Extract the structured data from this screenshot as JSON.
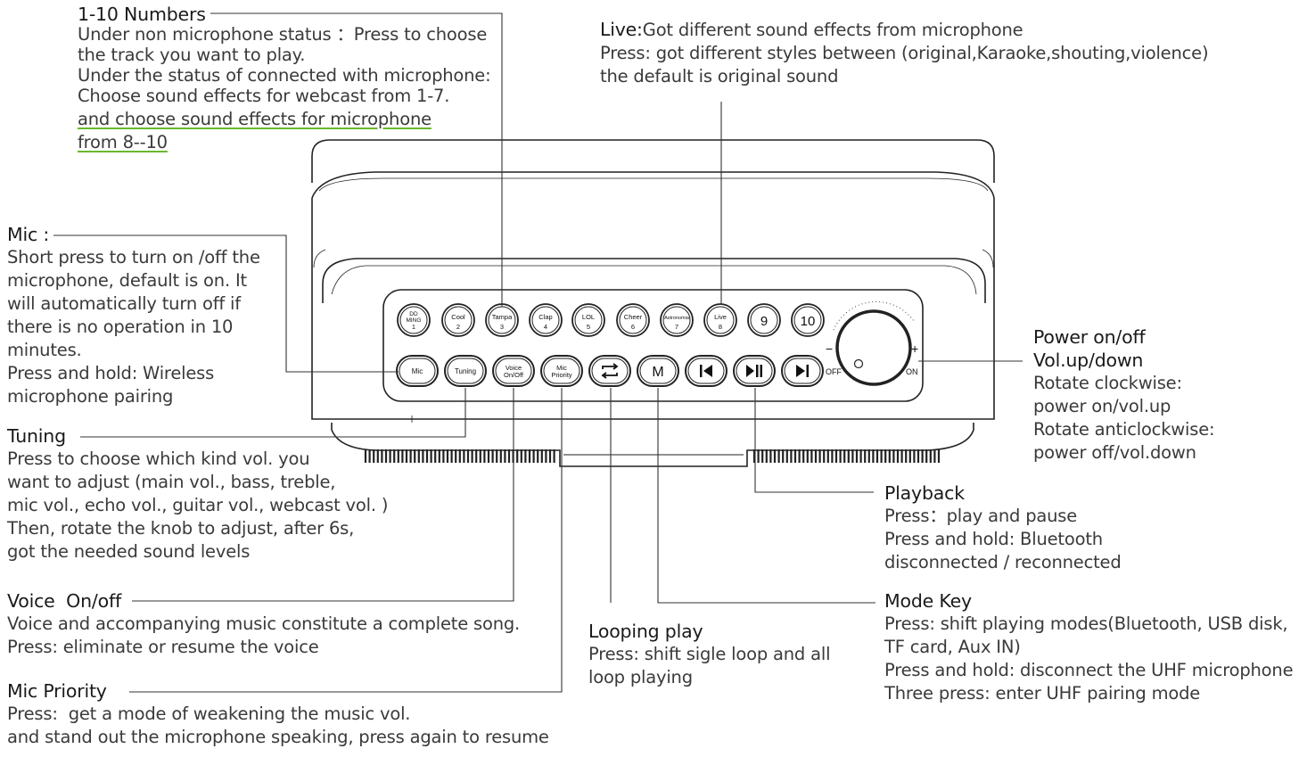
{
  "numbers": {
    "title": "1-10 Numbers",
    "lines": [
      "Under non microphone status ：Press to choose",
      "the track you want to play.",
      "Under the status of connected with microphone:",
      "Choose sound effects for webcast from 1-7.",
      "and choose sound effects for microphone",
      "from 8--10"
    ]
  },
  "live": {
    "title": "Live:",
    "title_rest": "Got different sound effects from microphone",
    "lines": [
      "Press: got different styles between (original,Karaoke,shouting,violence)",
      "the default is original sound"
    ]
  },
  "mic": {
    "title": "Mic :",
    "lines": [
      "Short press to turn on /off the",
      "microphone, default is on. It",
      "will automatically turn off if",
      "there is no operation in 10",
      "minutes.",
      "Press and hold: Wireless",
      "microphone pairing"
    ]
  },
  "tuning": {
    "title": "Tuning",
    "lines": [
      "Press to choose which kind vol. you",
      "want to adjust (main vol., bass, treble,",
      "mic vol., echo vol., guitar vol., webcast vol. )",
      "Then, rotate the knob to adjust, after 6s,",
      "got the needed sound levels"
    ]
  },
  "voice": {
    "title": "Voice  On/off",
    "lines": [
      "Voice and accompanying music constitute a complete song.",
      "Press: eliminate or resume the voice"
    ]
  },
  "mic_priority": {
    "title": "Mic Priority",
    "lines": [
      "Press:  get a mode of weakening the music vol.",
      "and stand out the microphone speaking, press again to resume"
    ]
  },
  "looping": {
    "title": "Looping play",
    "lines": [
      "Press: shift sigle loop and all",
      "loop playing"
    ]
  },
  "power": {
    "title_lines": [
      "Power on/off",
      "Vol.up/down"
    ],
    "lines": [
      "Rotate clockwise:",
      "power on/vol.up",
      "Rotate anticlockwise:",
      "power off/vol.down"
    ]
  },
  "playback": {
    "title": "Playback",
    "lines": [
      "Press：play and pause",
      "Press and hold: Bluetooth",
      "disconnected / reconnected"
    ]
  },
  "mode": {
    "title": "Mode Key",
    "lines": [
      "Press: shift playing modes(Bluetooth, USB disk,",
      "TF card, Aux IN)",
      "Press and hold: disconnect the UHF microphone",
      "Three press: enter UHF pairing mode"
    ]
  },
  "device": {
    "top_buttons": [
      {
        "top": "DD",
        "mid": "MING",
        "num": "1"
      },
      {
        "top": "Cool",
        "mid": "",
        "num": "2"
      },
      {
        "top": "Tampa",
        "mid": "",
        "num": "3"
      },
      {
        "top": "Clap",
        "mid": "",
        "num": "4"
      },
      {
        "top": "LOL",
        "mid": "",
        "num": "5"
      },
      {
        "top": "Cheer",
        "mid": "",
        "num": "6"
      },
      {
        "top": "Astronomia",
        "mid": "",
        "num": "7"
      },
      {
        "top": "Live",
        "mid": "",
        "num": "8"
      },
      {
        "top": "",
        "mid": "",
        "num": "9"
      },
      {
        "top": "",
        "mid": "",
        "num": "10"
      }
    ],
    "bottom_buttons": [
      {
        "l1": "Mic",
        "l2": "",
        "icon": ""
      },
      {
        "l1": "Tuning",
        "l2": "",
        "icon": ""
      },
      {
        "l1": "Voice",
        "l2": "On/Off",
        "icon": ""
      },
      {
        "l1": "Mic",
        "l2": "Priority",
        "icon": ""
      },
      {
        "l1": "",
        "l2": "",
        "icon": "loop-icon"
      },
      {
        "l1": "M",
        "l2": "",
        "icon": ""
      },
      {
        "l1": "",
        "l2": "",
        "icon": "previous-icon"
      },
      {
        "l1": "",
        "l2": "",
        "icon": "play-pause-icon"
      },
      {
        "l1": "",
        "l2": "",
        "icon": "next-icon"
      }
    ],
    "knob_off": "OFF",
    "knob_on": "ON",
    "knob_minus": "−",
    "knob_plus": "+"
  }
}
